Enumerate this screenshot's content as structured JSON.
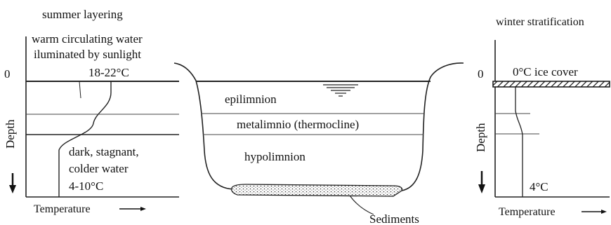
{
  "summer": {
    "title": "summer layering",
    "warm_line1": "warm circulating water",
    "warm_line2": "iluminated by sunlight",
    "warm_temp": "18-22°C",
    "zero_label": "0",
    "depth_label": "Depth",
    "cold_line1": "dark, stagnant,",
    "cold_line2": "colder water",
    "cold_temp": "4-10°C",
    "temperature_label": "Temperature"
  },
  "lake": {
    "epilimnion": "epilimnion",
    "metalimnion": "metalimnio (thermocline)",
    "hypolimnion": "hypolimnion",
    "sediments": "Sediments"
  },
  "winter": {
    "title": "winter stratification",
    "zero_label": "0",
    "ice_label": "0°C ice cover",
    "depth_label": "Depth",
    "bottom_temp": "4°C",
    "temperature_label": "Temperature"
  }
}
